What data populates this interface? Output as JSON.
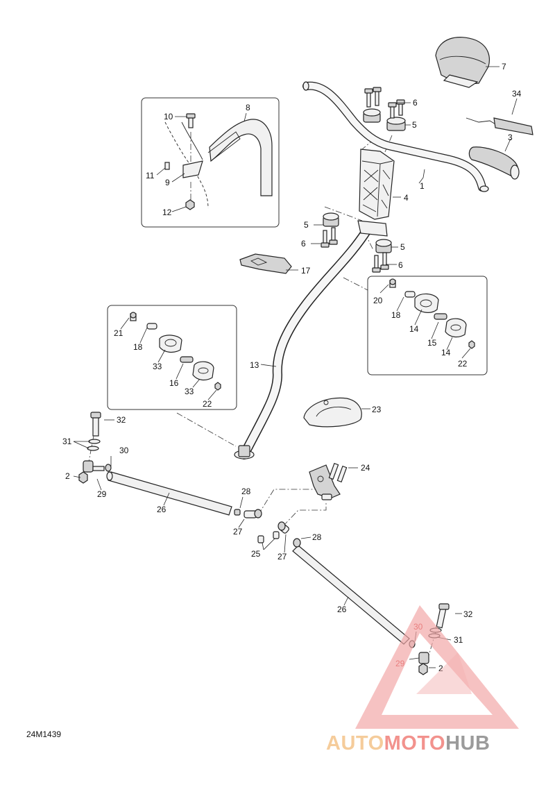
{
  "diagram_code": "24M1439",
  "callouts": {
    "c1": "1",
    "c2a": "2",
    "c2b": "2",
    "c3": "3",
    "c4": "4",
    "c5a": "5",
    "c5b": "5",
    "c5c": "5",
    "c6a": "6",
    "c6b": "6",
    "c6c": "6",
    "c7": "7",
    "c8": "8",
    "c9": "9",
    "c10": "10",
    "c11": "11",
    "c12": "12",
    "c13": "13",
    "c14a": "14",
    "c14b": "14",
    "c15": "15",
    "c16": "16",
    "c17": "17",
    "c18a": "18",
    "c18b": "18",
    "c20": "20",
    "c21": "21",
    "c22a": "22",
    "c22b": "22",
    "c23": "23",
    "c24": "24",
    "c25": "25",
    "c26a": "26",
    "c26b": "26",
    "c27a": "27",
    "c27b": "27",
    "c28a": "28",
    "c28b": "28",
    "c29a": "29",
    "c29b": "29",
    "c30a": "30",
    "c30b": "30",
    "c31a": "31",
    "c31b": "31",
    "c32a": "32",
    "c32b": "32",
    "c33a": "33",
    "c33b": "33",
    "c34": "34"
  },
  "watermark": {
    "part1": "AUTO",
    "part2": "MOTO",
    "part3": "HUB",
    "color_light": "#f4c48a",
    "color_mid": "#f07f7a",
    "color_dark": "#8a8a8a",
    "triangle_color": "#f2a6a6"
  }
}
